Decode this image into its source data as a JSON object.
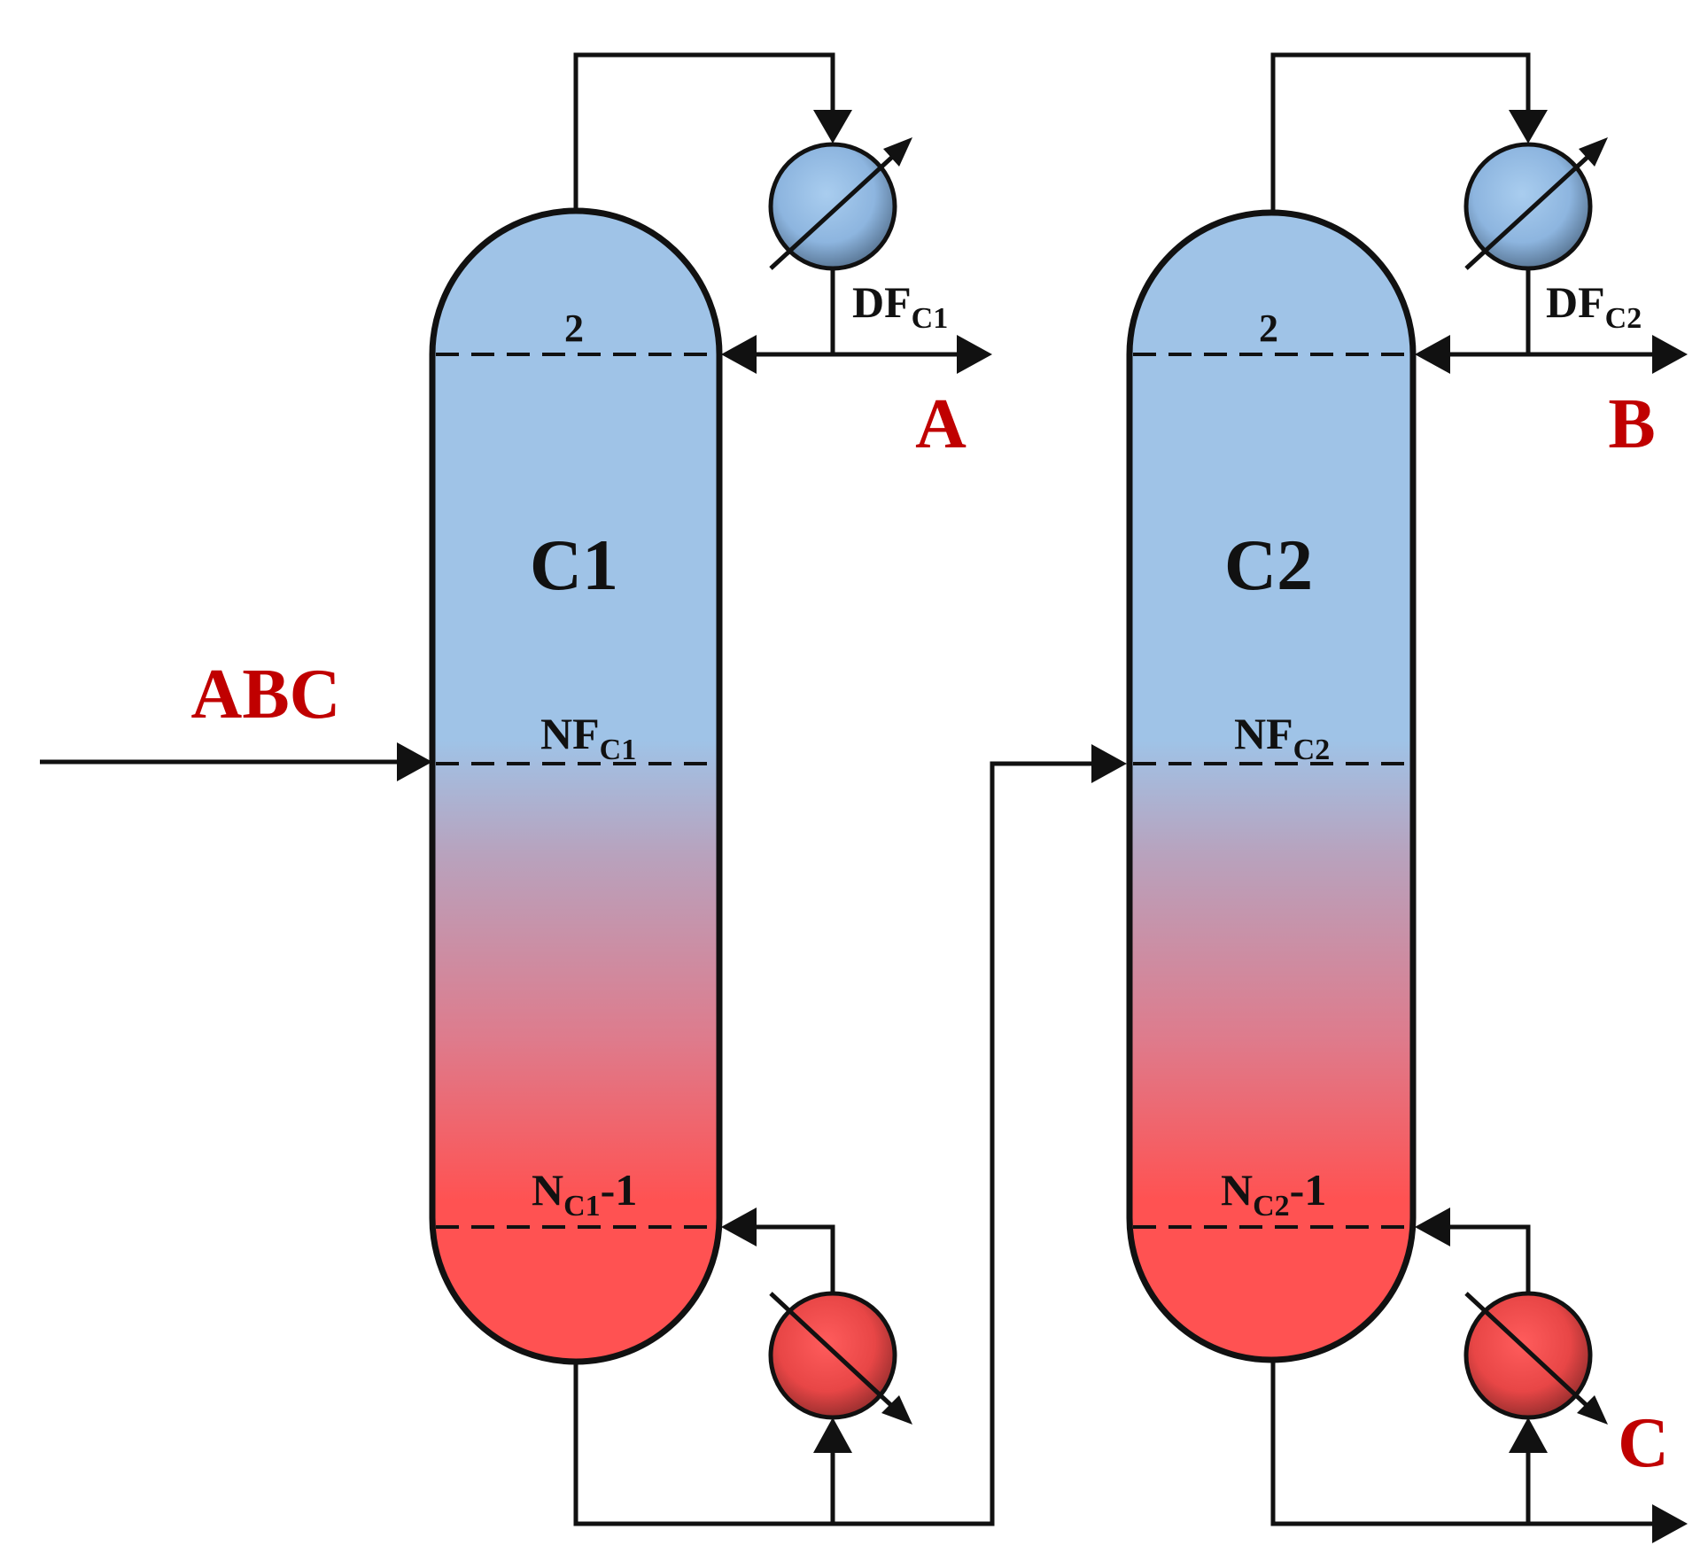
{
  "colors": {
    "top": "#9fc3e7",
    "bottom": "#ff5252",
    "stream_label": "#c00000",
    "condenser": "#9fc3e7",
    "reboiler": "#f05050",
    "outline": "#111111"
  },
  "feed": {
    "label": "ABC"
  },
  "columns": [
    {
      "name": "C1",
      "top_stage": "2",
      "feed_stage": {
        "main": "NF",
        "sub": "C1"
      },
      "bottom_stage": {
        "main": "N",
        "sub": "C1",
        "suffix": "-1"
      },
      "distillate_flow": {
        "main": "DF",
        "sub": "C1"
      },
      "distillate_product": "A"
    },
    {
      "name": "C2",
      "top_stage": "2",
      "feed_stage": {
        "main": "NF",
        "sub": "C2"
      },
      "bottom_stage": {
        "main": "N",
        "sub": "C2",
        "suffix": "-1"
      },
      "distillate_flow": {
        "main": "DF",
        "sub": "C2"
      },
      "distillate_product": "B",
      "bottoms_product": "C"
    }
  ],
  "icons": {
    "condenser": "heat-exchanger-icon",
    "reboiler": "heat-exchanger-icon",
    "flow_arrow": "arrowhead-icon"
  }
}
